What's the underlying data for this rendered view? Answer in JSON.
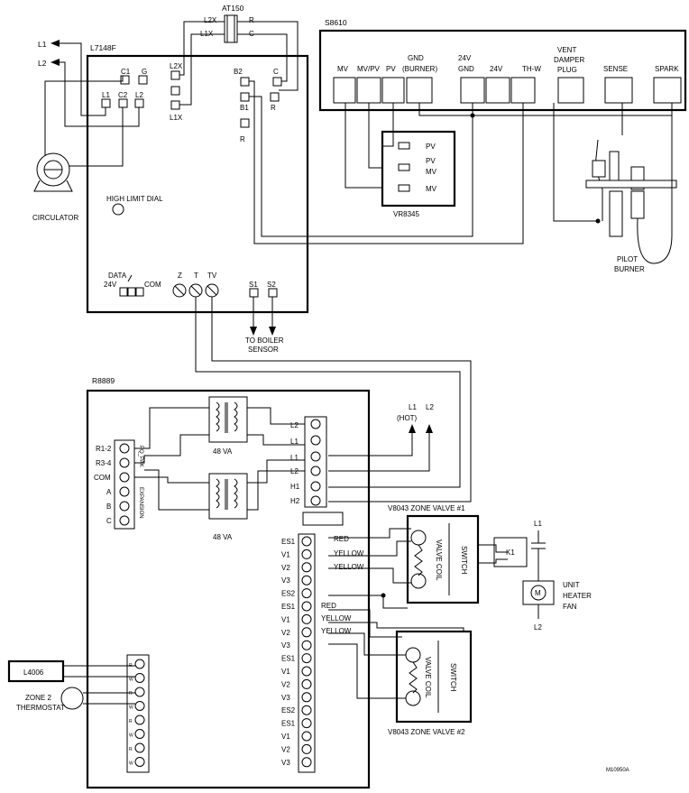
{
  "labels": {
    "at150": "AT150",
    "s8610": "S8610",
    "l7148f": "L7148F",
    "l1": "L1",
    "l2": "L2",
    "circulator": "CIRCULATOR",
    "high_limit": "HIGH LIMIT DIAL",
    "data": "DATA",
    "v24": "24V",
    "com": "COM",
    "boiler_sensor_1": "TO BOILER",
    "boiler_sensor_2": "SENSOR",
    "vr8345": "VR8345",
    "pilot_1": "PILOT",
    "pilot_2": "BURNER",
    "r8889": "R8889",
    "va1": "48 VA",
    "va2": "48 VA",
    "l1_hot": "L1",
    "hot": "(HOT)",
    "l2_right": "L2",
    "zone1": "V8043 ZONE VALVE #1",
    "zone2": "V8043 ZONE VALVE #2",
    "switch": "SWITCH",
    "valve_coil": "VALVE COIL",
    "k1": "K1",
    "unit1": "UNIT",
    "unit2": "HEATER",
    "unit3": "FAN",
    "motor": "M",
    "l4006": "L4006",
    "zone2t_1": "ZONE 2",
    "zone2t_2": "THERMOSTAT",
    "red": "RED",
    "yellow": "YELLOW",
    "ref": "M10950A",
    "expansion": "EXPANSION",
    "pdpak": "PQ_PAK"
  },
  "at150_terms": {
    "l2x": "L2X",
    "l1x": "L1X",
    "r": "R",
    "c": "C"
  },
  "l7148f_terms": [
    "C1",
    "G",
    "L1",
    "C2",
    "L2",
    "L2X",
    "L1X",
    "B2",
    "B1",
    "R",
    "C",
    "R",
    "Z",
    "T",
    "TV",
    "S1",
    "S2"
  ],
  "s8610_terms": [
    "MV",
    "MV/PV",
    "PV",
    "GND",
    "(BURNER)",
    "24V",
    "GND",
    "24V",
    "TH-W",
    "VENT",
    "DAMPER",
    "PLUG",
    "SENSE",
    "SPARK"
  ],
  "vr_terms": [
    "PV",
    "PV",
    "MV",
    "MV"
  ],
  "r8889_left": [
    "R1-2",
    "R3-4",
    "COM",
    "A",
    "B",
    "C"
  ],
  "r8889_right": [
    "L2",
    "L1",
    "L1",
    "L2",
    "H1",
    "H2"
  ],
  "zone_terms": [
    "ES1",
    "V1",
    "V2",
    "V3",
    "ES2",
    "ES1",
    "V1",
    "V2",
    "V3",
    "ES1",
    "V1",
    "V2",
    "V3",
    "ES2",
    "ES1",
    "V1",
    "V2",
    "V3"
  ],
  "tstat_terms": [
    "R",
    "W",
    "R",
    "W",
    "R",
    "W",
    "R",
    "W"
  ]
}
